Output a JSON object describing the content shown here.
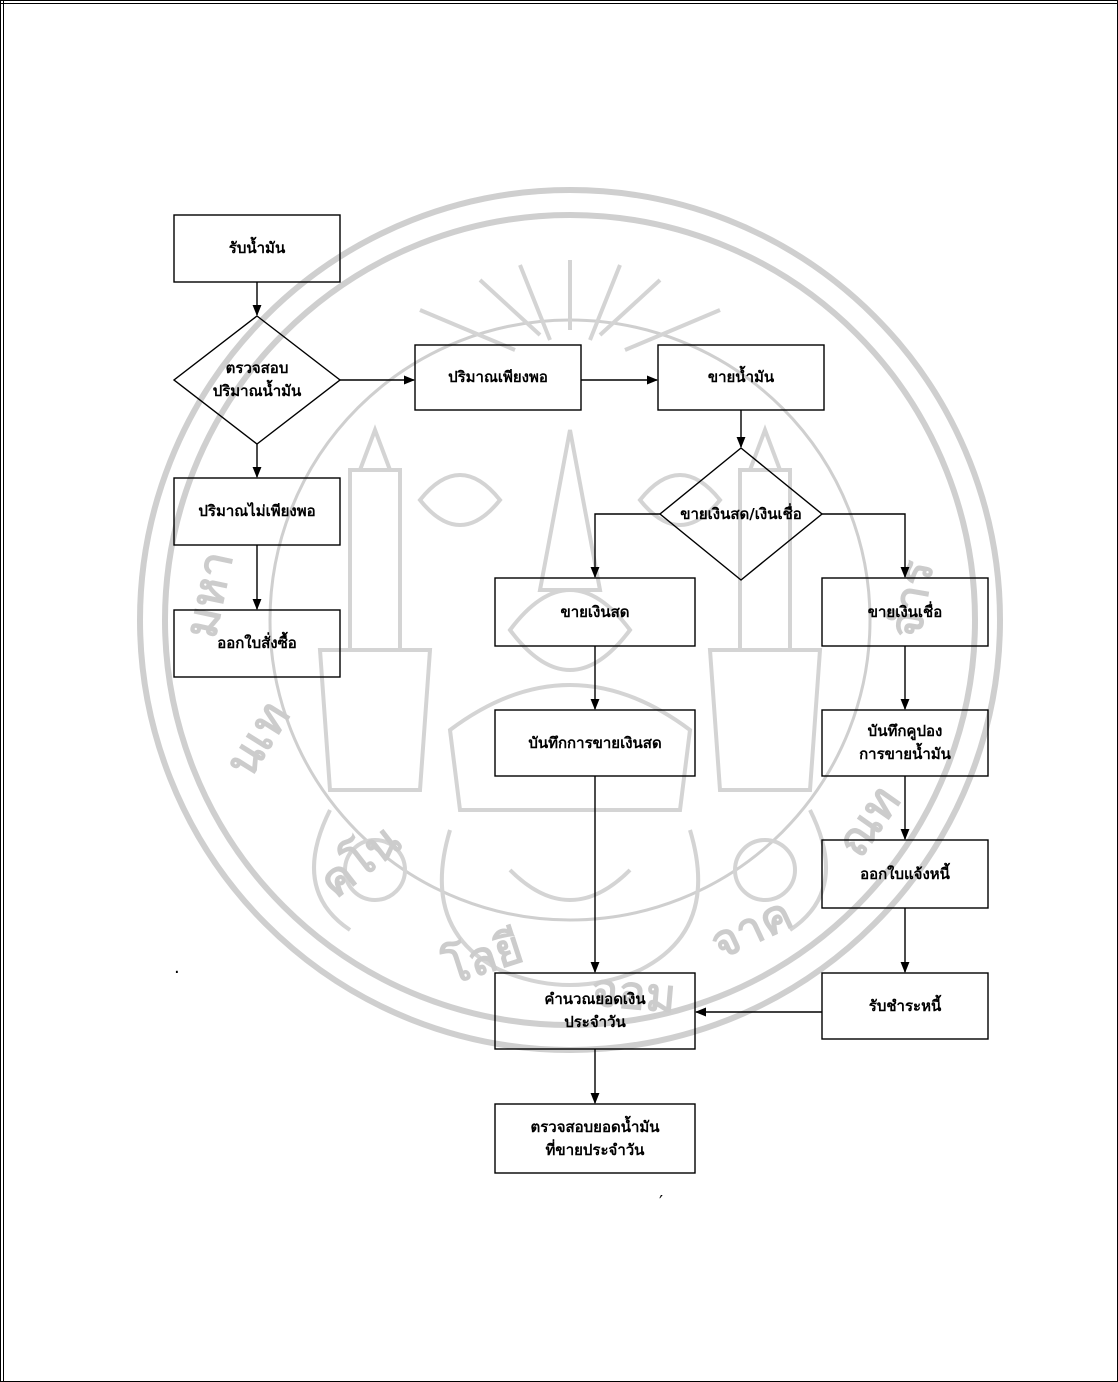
{
  "watermark": {
    "ring_text": "มหาวิทยาลัยเทคโนโลยีพระจอมเกล้าธนบุรี",
    "color": "#c8c8c8"
  },
  "flowchart": {
    "receive_oil": "รับน้ำมัน",
    "check_oil_quantity": "ตรวจสอบ\nปริมาณน้ำมัน",
    "quantity_sufficient": "ปริมาณเพียงพอ",
    "quantity_insufficient": "ปริมาณไม่เพียงพอ",
    "issue_purchase_order": "ออกใบสั่งซื้อ",
    "sell_oil": "ขายน้ำมัน",
    "cash_or_credit": "ขายเงินสด/เงินเชื่อ",
    "cash_sale": "ขายเงินสด",
    "credit_sale": "ขายเงินเชื่อ",
    "record_cash_sale": "บันทึกการขายเงินสด",
    "record_coupon": "บันทึกคูปอง\nการขายน้ำมัน",
    "issue_invoice": "ออกใบแจ้งหนี้",
    "receive_payment": "รับชำระหนี้",
    "calculate_daily_cash": "คำนวณยอดเงิน\nประจำวัน",
    "check_daily_oil_sold": "ตรวจสอบยอดน้ำมัน\nที่ขายประจำวัน"
  },
  "stray_marks": {
    "dot": "·",
    "tick": "′"
  }
}
